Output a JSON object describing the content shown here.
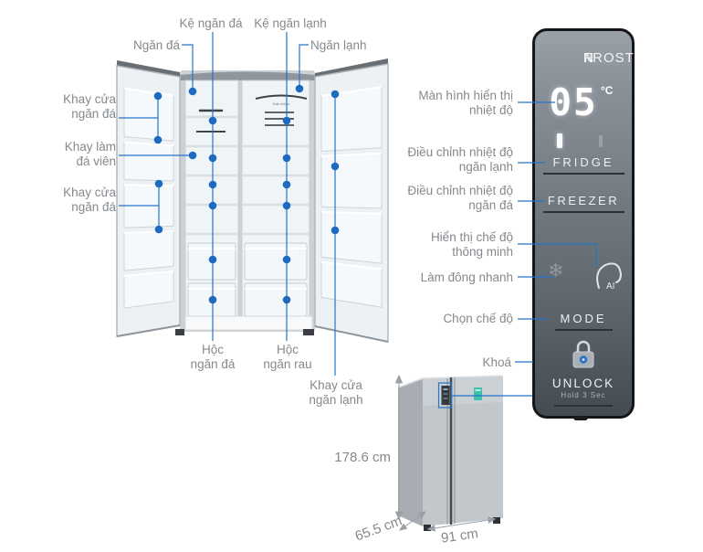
{
  "labels": {
    "shelf_freezer": "Kệ ngăn đá",
    "shelf_fridge": "Kệ ngăn lạnh",
    "freezer_compartment": "Ngăn đá",
    "fridge_compartment": "Ngăn lạnh",
    "freezer_door_tray_1": "Khay cửa\nngăn đá",
    "ice_tray": "Khay làm\nđá viên",
    "freezer_door_tray_2": "Khay cửa\nngăn đá",
    "freezer_drawer": "Hộc\nngăn đá",
    "veg_drawer": "Hộc\nngăn rau",
    "fridge_door_tray": "Khay cửa\nngăn lạnh",
    "temp_display": "Màn hình hiển thị\nnhiệt độ",
    "adjust_fridge": "Điều chỉnh nhiệt độ\nngăn lạnh",
    "adjust_freezer": "Điều chỉnh nhiệt độ\nngăn đá",
    "smart_mode": "Hiển thị chế độ\nthông minh",
    "quick_freeze": "Làm đông nhanh",
    "mode_select": "Chọn chế độ",
    "lock": "Khoá"
  },
  "panel": {
    "no_frost_n": "N",
    "no_frost_o": "❄",
    "no_frost_rest": "FROST",
    "temperature": "05",
    "unit": "°C",
    "fridge": "FRIDGE",
    "freezer": "FREEZER",
    "mode": "MODE",
    "unlock": "UNLOCK",
    "hold": "Hold 3 Sec",
    "ai": "AI",
    "snowflake": "❄"
  },
  "fridge": {
    "vent_label_left": "Multi Airflow",
    "vent_label_right": "Multi Airflow"
  },
  "dimensions": {
    "height": "178.6 cm",
    "depth": "65.5 cm",
    "width": "91 cm"
  },
  "colors": {
    "accent_blue": "#2574c6",
    "marker_dot": "#1d6ac0",
    "label_text": "#85898d",
    "panel_border": "#141619",
    "energy_label": "#3fc0ad"
  }
}
